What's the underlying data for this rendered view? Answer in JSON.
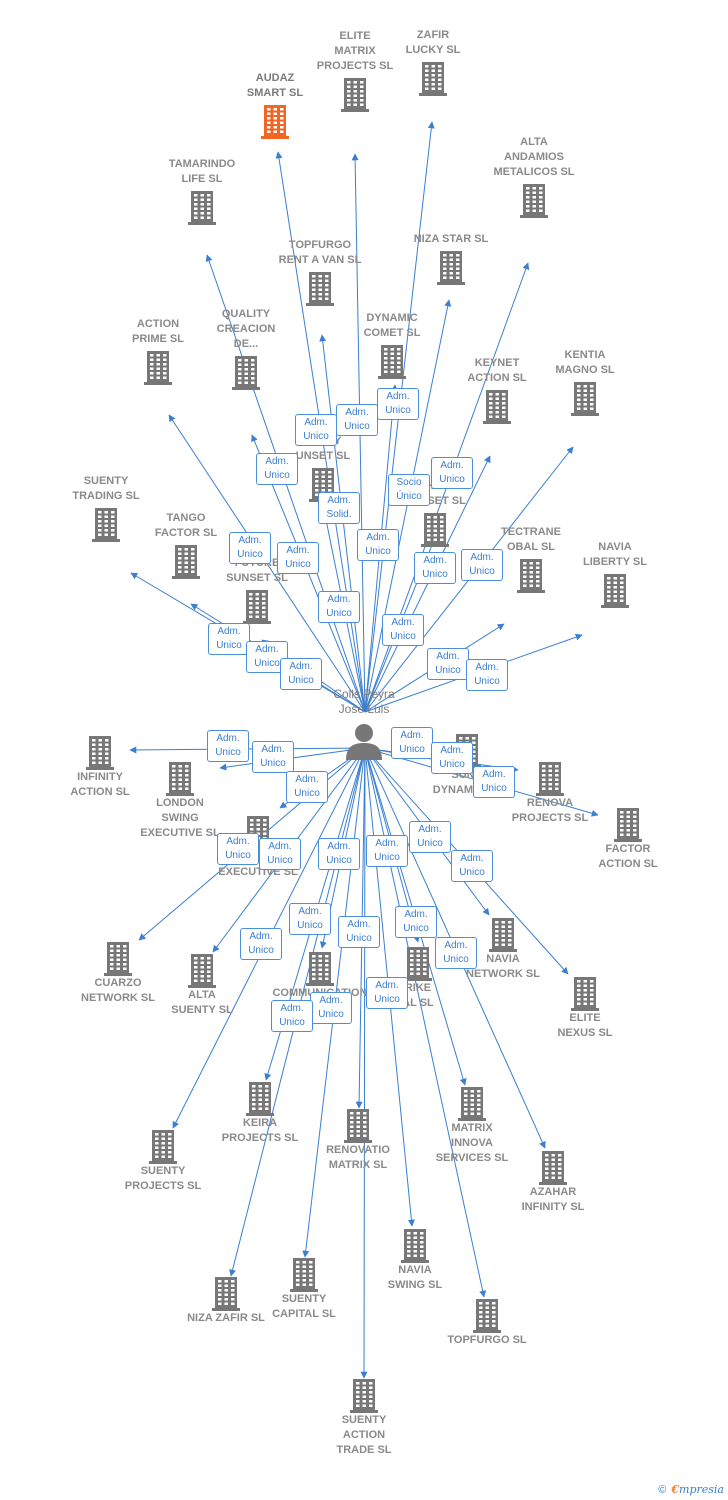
{
  "colors": {
    "edge": "#3a7fd0",
    "node": "#777777",
    "highlight": "#f26522",
    "badge_border": "#4a8fdb"
  },
  "person": {
    "name": "Colls Peyra\nJose Luis",
    "icon": "person-icon"
  },
  "companies": [
    {
      "id": "audaz",
      "label": "AUDAZ\nSMART  SL",
      "highlight": true
    },
    {
      "id": "elite_matrix",
      "label": "ELITE\nMATRIX\nPROJECTS SL"
    },
    {
      "id": "zafir_lucky",
      "label": "ZAFIR\nLUCKY SL"
    },
    {
      "id": "tamarindo",
      "label": "TAMARINDO\nLIFE SL"
    },
    {
      "id": "alta_andamios",
      "label": "ALTA\nANDAMIOS\nMETALICOS SL"
    },
    {
      "id": "niza_star",
      "label": "NIZA STAR SL"
    },
    {
      "id": "topfurgo_rent",
      "label": "TOPFURGO\nRENT A VAN SL"
    },
    {
      "id": "action_prime",
      "label": "ACTION\nPRIME SL"
    },
    {
      "id": "quality",
      "label": "QUALITY\nCREACION\nDE..."
    },
    {
      "id": "dynamic_comet",
      "label": "DYNAMIC\nCOMET SL"
    },
    {
      "id": "keynet",
      "label": "KEYNET\nACTION SL"
    },
    {
      "id": "kentia",
      "label": "KENTIA\nMAGNO SL"
    },
    {
      "id": "lanty",
      "label": "LANTY\nUNSET SL"
    },
    {
      "id": "manhattan",
      "label": "MANHATTAN\nSUNSET SL"
    },
    {
      "id": "suenty_trading",
      "label": "SUENTY\nTRADING SL"
    },
    {
      "id": "tango",
      "label": "TANGO\nFACTOR SL"
    },
    {
      "id": "tectrane",
      "label": "TECTRANE\nOBAL  SL"
    },
    {
      "id": "navia_liberty",
      "label": "NAVIA\nLIBERTY SL"
    },
    {
      "id": "future",
      "label": "FUTURE\nSUNSET SL"
    },
    {
      "id": "infinity",
      "label": "INFINITY\nACTION SL"
    },
    {
      "id": "london",
      "label": "LONDON\nSWING\nEXECUTIVE SL"
    },
    {
      "id": "sunb",
      "label": "SUNB\nDYNAMIC SL"
    },
    {
      "id": "renova",
      "label": "RENOVA\nPROJECTS SL"
    },
    {
      "id": "factor_action",
      "label": "FACTOR\nACTION SL"
    },
    {
      "id": "lo_exec",
      "label": "LO\nEXECUTIVE SL"
    },
    {
      "id": "cuarzo",
      "label": "CUARZO\nNETWORK SL"
    },
    {
      "id": "alta_suenty",
      "label": "ALTA\nSUENTY SL"
    },
    {
      "id": "comm",
      "label": "COMMUNICATION SL"
    },
    {
      "id": "strike",
      "label": "RIKE\nAL SL"
    },
    {
      "id": "navia_network",
      "label": "NAVIA\nNETWORK SL"
    },
    {
      "id": "elite_nexus",
      "label": "ELITE\nNEXUS SL"
    },
    {
      "id": "keira",
      "label": "KEIRA\nPROJECTS SL"
    },
    {
      "id": "suenty_projects",
      "label": "SUENTY\nPROJECTS SL"
    },
    {
      "id": "renovatio",
      "label": "RENOVATIO\nMATRIX SL"
    },
    {
      "id": "matrix_innova",
      "label": "MATRIX\nINNOVA\nSERVICES SL"
    },
    {
      "id": "azahar",
      "label": "AZAHAR\nINFINITY SL"
    },
    {
      "id": "niza_zafir",
      "label": "NIZA ZAFIR SL"
    },
    {
      "id": "suenty_capital",
      "label": "SUENTY\nCAPITAL SL"
    },
    {
      "id": "navia_swing",
      "label": "NAVIA\nSWING SL"
    },
    {
      "id": "topfurgo",
      "label": "TOPFURGO SL"
    },
    {
      "id": "suenty_action",
      "label": "SUENTY\nACTION\nTRADE SL"
    }
  ],
  "badges": [
    {
      "text": "Adm.\nUnico"
    },
    {
      "text": "Adm.\nUnico"
    },
    {
      "text": "Adm.\nUnico"
    },
    {
      "text": "Adm.\nUnico"
    },
    {
      "text": "Adm.\nUnico"
    },
    {
      "text": "Socio\nÚnico"
    },
    {
      "text": "Adm.\nSolid."
    },
    {
      "text": "Adm.\nUnico"
    },
    {
      "text": "Adm.\nUnico"
    },
    {
      "text": "Adm.\nUnico"
    },
    {
      "text": "Adm.\nUnico"
    },
    {
      "text": "Adm.\nUnico"
    },
    {
      "text": "Adm.\nUnico"
    },
    {
      "text": "Adm.\nUnico"
    },
    {
      "text": "Adm.\nUnico"
    },
    {
      "text": "Adm.\nUnico"
    },
    {
      "text": "Adm.\nUnico"
    },
    {
      "text": "Adm.\nUnico"
    },
    {
      "text": "Adm.\nUnico"
    },
    {
      "text": "Adm.\nUnico"
    },
    {
      "text": "Adm.\nUnico"
    },
    {
      "text": "Adm.\nUnico"
    },
    {
      "text": "Adm.\nUnico"
    },
    {
      "text": "Adm.\nUnico"
    },
    {
      "text": "Adm.\nUnico"
    },
    {
      "text": "Adm.\nUnico"
    },
    {
      "text": "Adm.\nUnico"
    },
    {
      "text": "Adm.\nUnico"
    },
    {
      "text": "Adm.\nUnico"
    },
    {
      "text": "Adm.\nUnico"
    },
    {
      "text": "Adm.\nUnico"
    },
    {
      "text": "Adm.\nUnico"
    },
    {
      "text": "Adm.\nUnico"
    },
    {
      "text": "Adm.\nUnico"
    },
    {
      "text": "Adm.\nUnico"
    },
    {
      "text": "Adm.\nUnico"
    },
    {
      "text": "Adm.\nUnico"
    },
    {
      "text": "Adm.\nUnico"
    },
    {
      "text": "Adm.\nUnico"
    }
  ],
  "footer": {
    "copyright": "©",
    "brand_first": "€",
    "brand_rest": "mpresia"
  }
}
